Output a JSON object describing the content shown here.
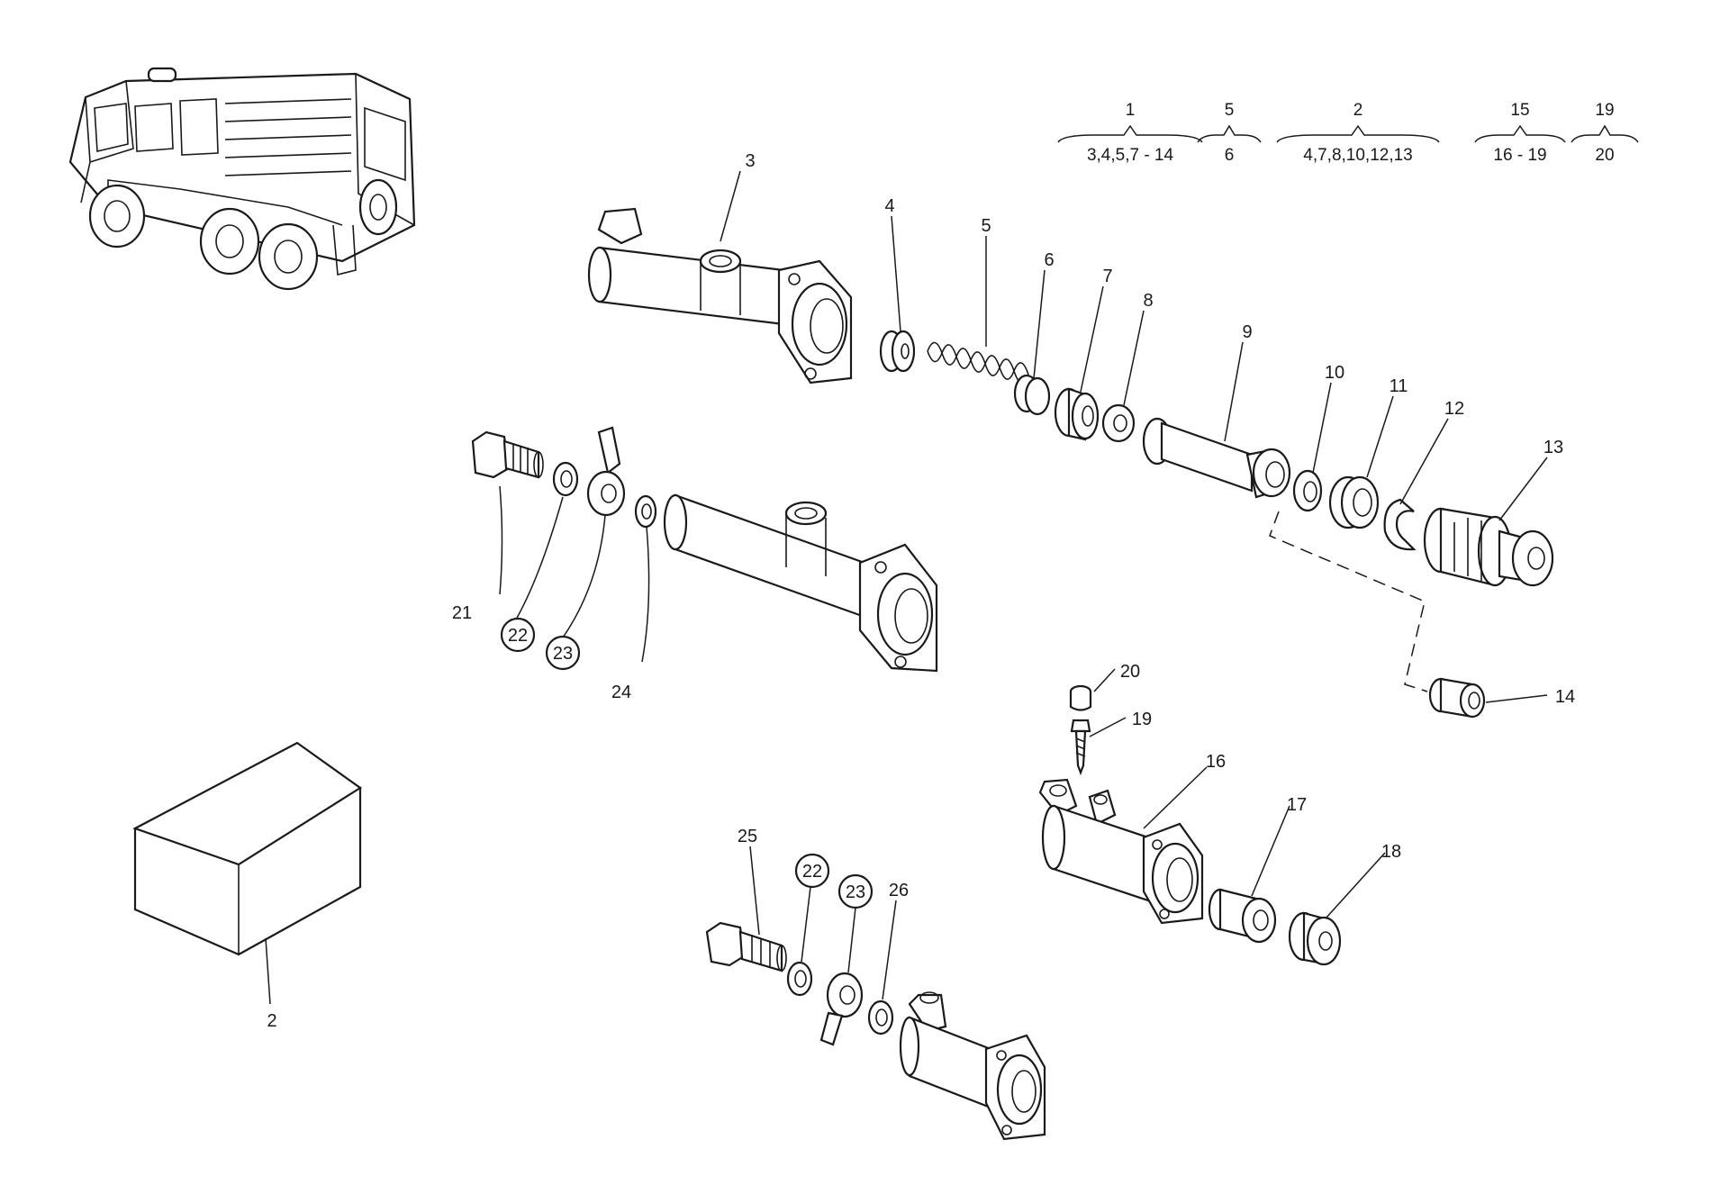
{
  "legend": [
    {
      "kit": "1",
      "contents": "3,4,5,7 - 14"
    },
    {
      "kit": "5",
      "contents": "6"
    },
    {
      "kit": "2",
      "contents": "4,7,8,10,12,13"
    },
    {
      "kit": "15",
      "contents": "16 - 19"
    },
    {
      "kit": "19",
      "contents": "20"
    }
  ],
  "callouts": {
    "c2": "2",
    "c3": "3",
    "c4": "4",
    "c5": "5",
    "c6": "6",
    "c7": "7",
    "c8": "8",
    "c9": "9",
    "c10": "10",
    "c11": "11",
    "c12": "12",
    "c13": "13",
    "c14": "14",
    "c16": "16",
    "c17": "17",
    "c18": "18",
    "c19": "19",
    "c20": "20",
    "c21": "21",
    "c22a": "22",
    "c23a": "23",
    "c24": "24",
    "c25": "25",
    "c22b": "22",
    "c23b": "23",
    "c26": "26"
  }
}
